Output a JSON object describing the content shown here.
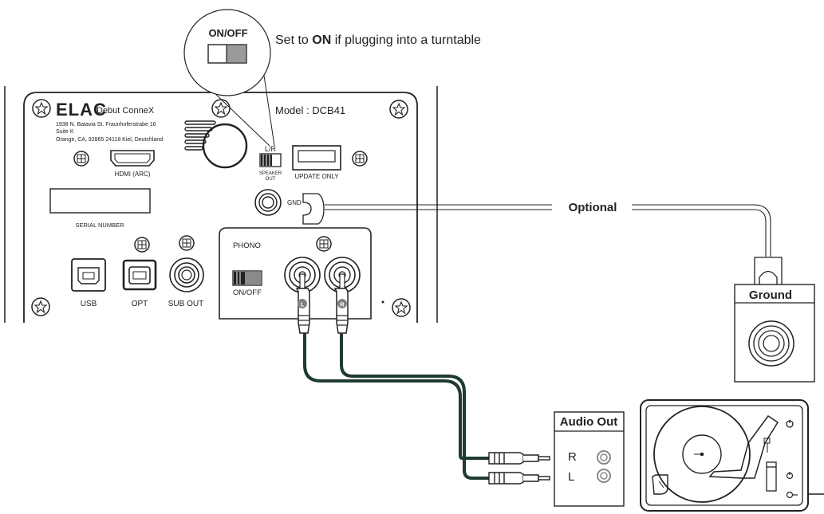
{
  "callout": {
    "switch_label": "ON/OFF",
    "note_prefix": "Set to ",
    "note_bold": "ON",
    "note_suffix": " if plugging into a turntable"
  },
  "panel": {
    "brand": "ELAC",
    "product": "Debut ConneX",
    "address_line1": "1938 N. Batavia St.   Fraunhoferstrabe 16",
    "address_line2": "Suite K",
    "address_line3": "Orange, CA, 92865 24118 Kiel, Deutchland",
    "model": "Model : DCB41",
    "hdmi_label": "HDMI (ARC)",
    "lr_label": "L/R",
    "speaker_out_1": "SPEAKER",
    "speaker_out_2": "OUT",
    "update_label": "UPDATE ONLY",
    "gnd_label": "GND",
    "serial_label": "SERIAL NUMBER",
    "usb_label": "USB",
    "opt_label": "OPT",
    "sub_out_label": "SUB OUT",
    "phono_label": "PHONO",
    "phono_switch_label": "ON/OFF"
  },
  "plugs": {
    "left": "L",
    "right": "R"
  },
  "ground_wire": {
    "label": "Optional"
  },
  "ground_box": {
    "title": "Ground"
  },
  "audio_out": {
    "title": "Audio Out",
    "right": "R",
    "left": "L"
  },
  "colors": {
    "cable": "#1f3a33",
    "line": "#222222",
    "panel_gray": "#888888",
    "switch_gray": "#9a9a9a"
  }
}
